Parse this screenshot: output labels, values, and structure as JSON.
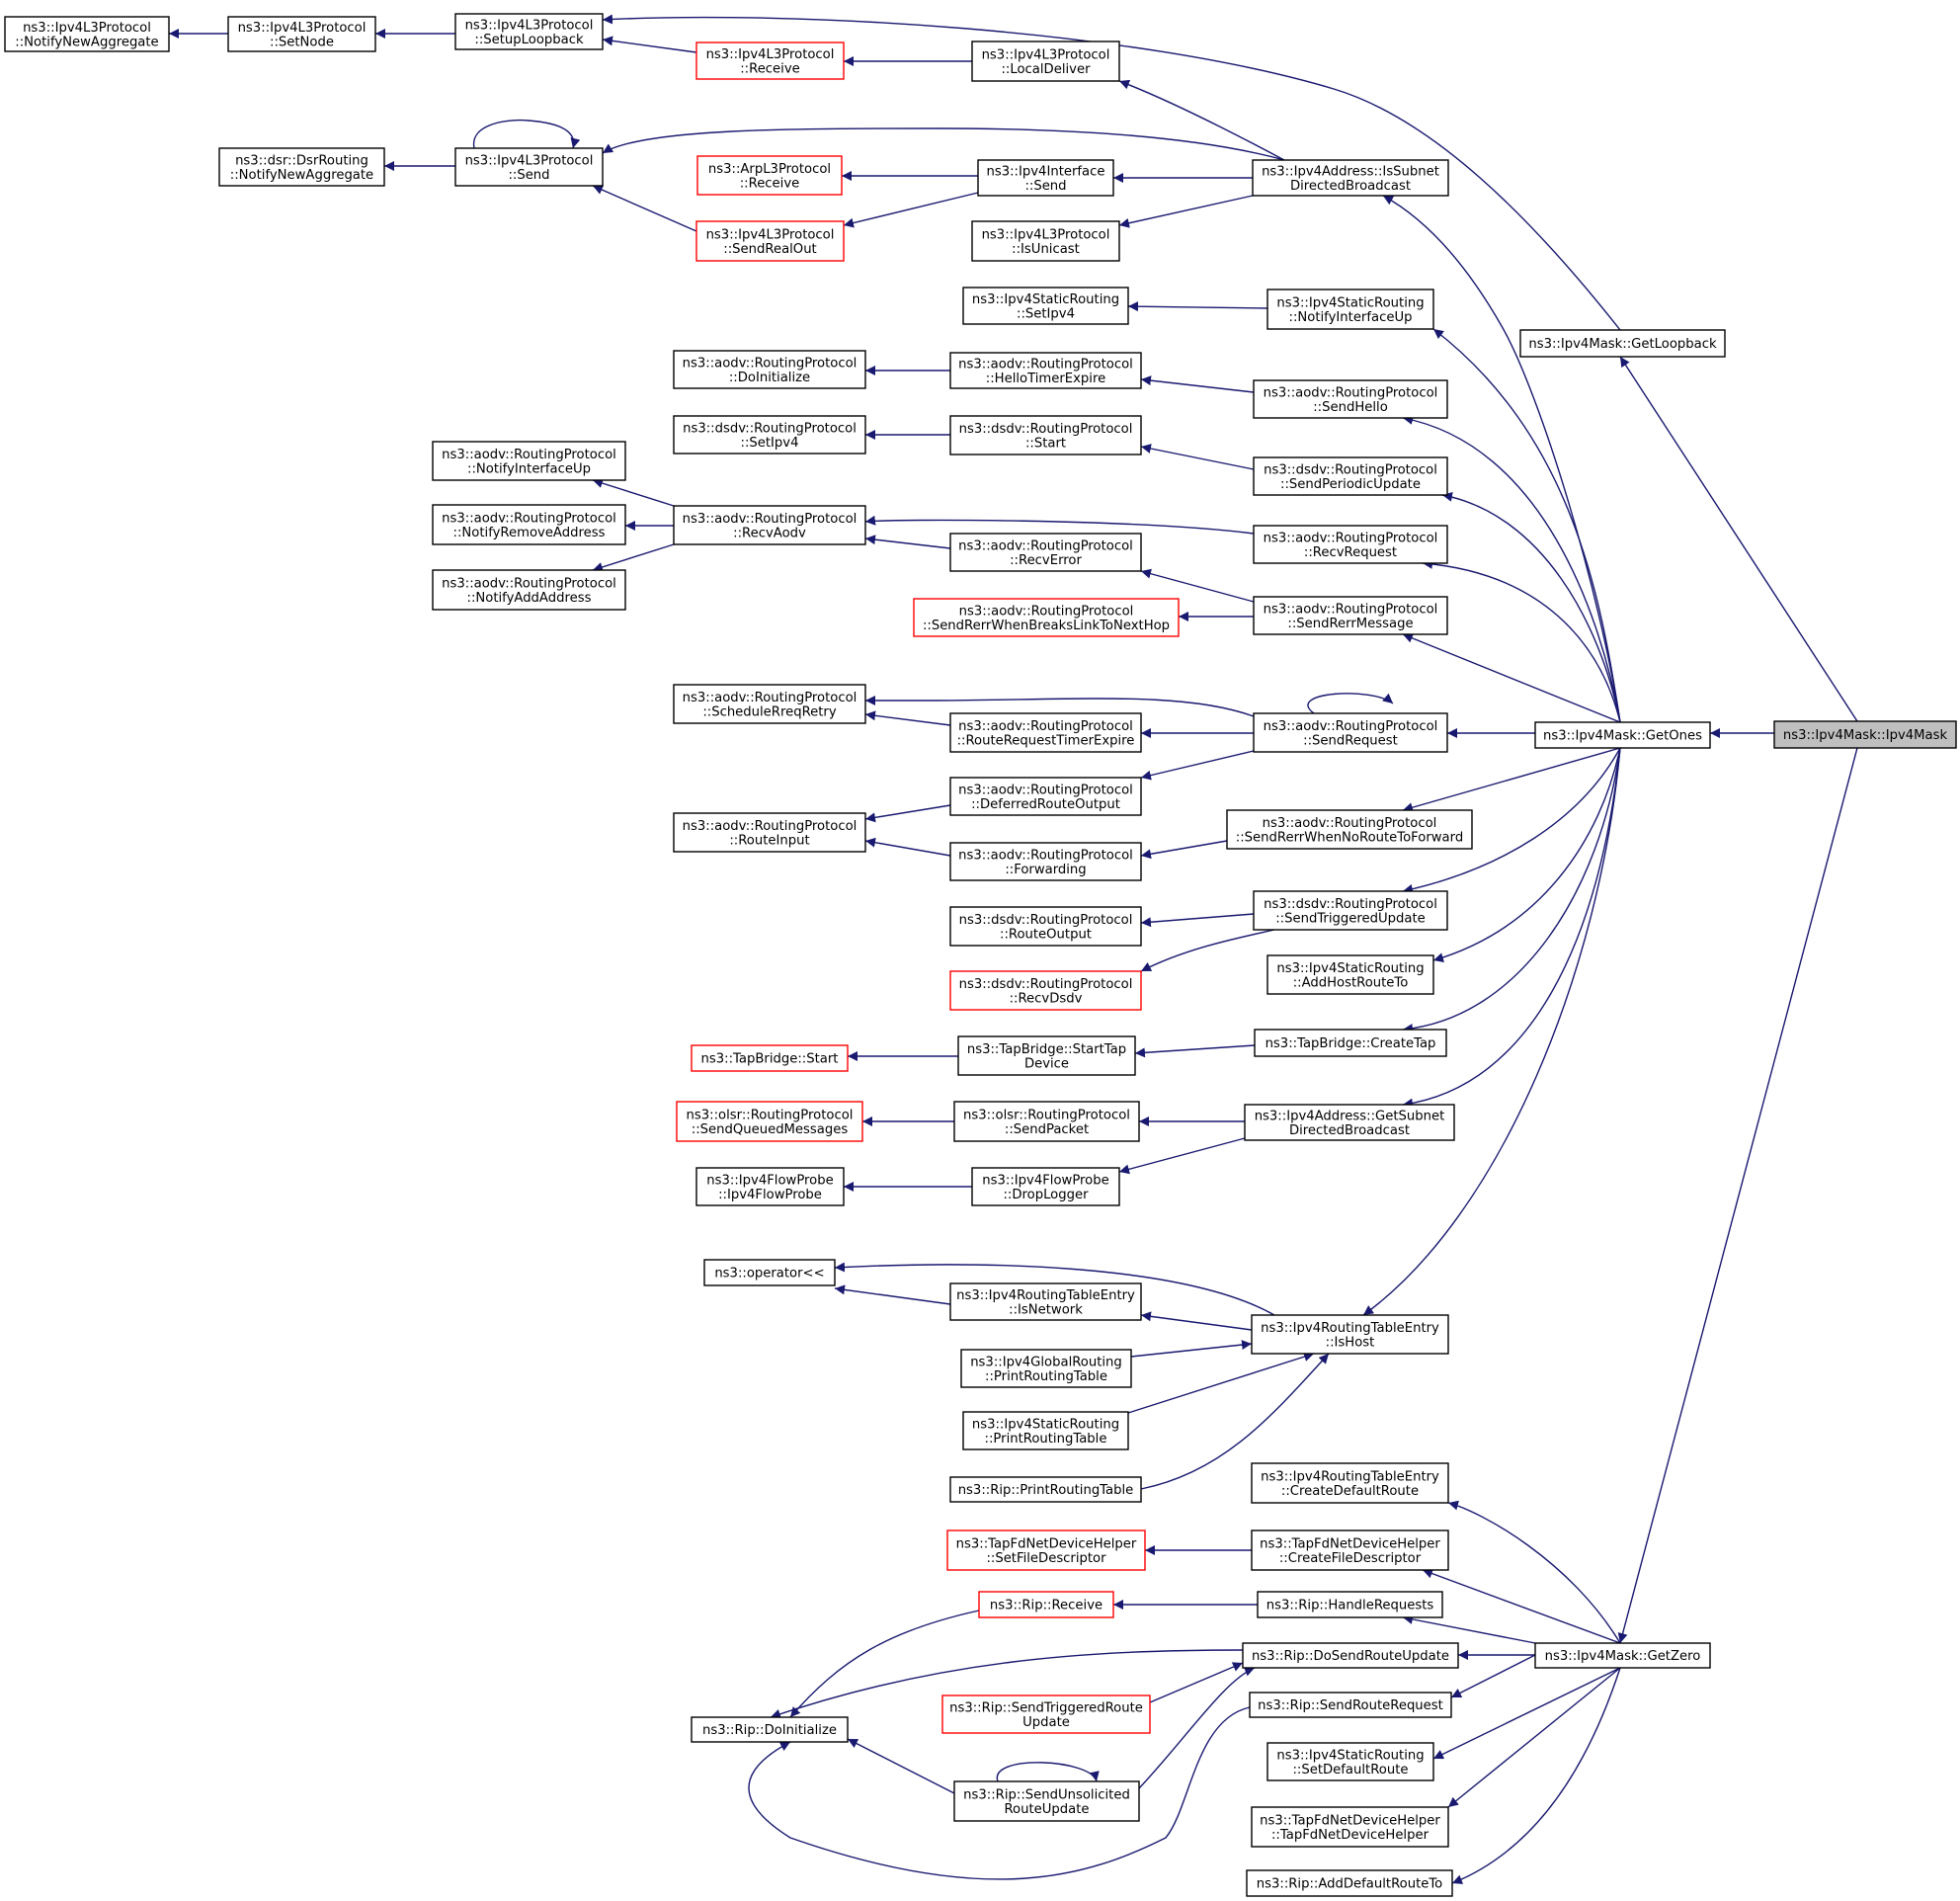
{
  "colors": {
    "edge": "#191970",
    "node_border": "#000000",
    "node_border_partial": "#ff0000",
    "focus_fill": "#bfbfbf"
  },
  "nodes": [
    {
      "id": "n_l3_notifyagg",
      "label": [
        "ns3::Ipv4L3Protocol",
        "::NotifyNewAggregate"
      ],
      "style": "normal"
    },
    {
      "id": "n_l3_setnode",
      "label": [
        "ns3::Ipv4L3Protocol",
        "::SetNode"
      ],
      "style": "normal"
    },
    {
      "id": "n_l3_setuploopback",
      "label": [
        "ns3::Ipv4L3Protocol",
        "::SetupLoopback"
      ],
      "style": "normal"
    },
    {
      "id": "n_l3_receive",
      "label": [
        "ns3::Ipv4L3Protocol",
        "::Receive"
      ],
      "style": "red"
    },
    {
      "id": "n_l3_localdeliver",
      "label": [
        "ns3::Ipv4L3Protocol",
        "::LocalDeliver"
      ],
      "style": "normal"
    },
    {
      "id": "n_dsr_notifyagg",
      "label": [
        "ns3::dsr::DsrRouting",
        "::NotifyNewAggregate"
      ],
      "style": "normal"
    },
    {
      "id": "n_l3_send",
      "label": [
        "ns3::Ipv4L3Protocol",
        "::Send"
      ],
      "style": "normal"
    },
    {
      "id": "n_arp_receive",
      "label": [
        "ns3::ArpL3Protocol",
        "::Receive"
      ],
      "style": "red"
    },
    {
      "id": "n_if_send",
      "label": [
        "ns3::Ipv4Interface",
        "::Send"
      ],
      "style": "normal"
    },
    {
      "id": "n_l3_sendrealout",
      "label": [
        "ns3::Ipv4L3Protocol",
        "::SendRealOut"
      ],
      "style": "red"
    },
    {
      "id": "n_l3_isunicast",
      "label": [
        "ns3::Ipv4L3Protocol",
        "::IsUnicast"
      ],
      "style": "normal"
    },
    {
      "id": "n_issubnetdb",
      "label": [
        "ns3::Ipv4Address::IsSubnet",
        "DirectedBroadcast"
      ],
      "style": "normal"
    },
    {
      "id": "n_static_setipv4",
      "label": [
        "ns3::Ipv4StaticRouting",
        "::SetIpv4"
      ],
      "style": "normal"
    },
    {
      "id": "n_static_notifyifup",
      "label": [
        "ns3::Ipv4StaticRouting",
        "::NotifyInterfaceUp"
      ],
      "style": "normal"
    },
    {
      "id": "n_getloopback",
      "label": [
        "ns3::Ipv4Mask::GetLoopback"
      ],
      "style": "normal"
    },
    {
      "id": "n_aodv_doinit",
      "label": [
        "ns3::aodv::RoutingProtocol",
        "::DoInitialize"
      ],
      "style": "normal"
    },
    {
      "id": "n_aodv_hellotimer",
      "label": [
        "ns3::aodv::RoutingProtocol",
        "::HelloTimerExpire"
      ],
      "style": "normal"
    },
    {
      "id": "n_aodv_sendhello",
      "label": [
        "ns3::aodv::RoutingProtocol",
        "::SendHello"
      ],
      "style": "normal"
    },
    {
      "id": "n_dsdv_setipv4",
      "label": [
        "ns3::dsdv::RoutingProtocol",
        "::SetIpv4"
      ],
      "style": "normal"
    },
    {
      "id": "n_dsdv_start",
      "label": [
        "ns3::dsdv::RoutingProtocol",
        "::Start"
      ],
      "style": "normal"
    },
    {
      "id": "n_dsdv_sendperiodic",
      "label": [
        "ns3::dsdv::RoutingProtocol",
        "::SendPeriodicUpdate"
      ],
      "style": "normal"
    },
    {
      "id": "n_aodv_notifyifup",
      "label": [
        "ns3::aodv::RoutingProtocol",
        "::NotifyInterfaceUp"
      ],
      "style": "normal"
    },
    {
      "id": "n_aodv_notifyremove",
      "label": [
        "ns3::aodv::RoutingProtocol",
        "::NotifyRemoveAddress"
      ],
      "style": "normal"
    },
    {
      "id": "n_aodv_notifyadd",
      "label": [
        "ns3::aodv::RoutingProtocol",
        "::NotifyAddAddress"
      ],
      "style": "normal"
    },
    {
      "id": "n_aodv_recvaodv",
      "label": [
        "ns3::aodv::RoutingProtocol",
        "::RecvAodv"
      ],
      "style": "normal"
    },
    {
      "id": "n_aodv_recverror",
      "label": [
        "ns3::aodv::RoutingProtocol",
        "::RecvError"
      ],
      "style": "normal"
    },
    {
      "id": "n_aodv_recvrequest",
      "label": [
        "ns3::aodv::RoutingProtocol",
        "::RecvRequest"
      ],
      "style": "normal"
    },
    {
      "id": "n_aodv_senderrbreaks",
      "label": [
        "ns3::aodv::RoutingProtocol",
        "::SendRerrWhenBreaksLinkToNextHop"
      ],
      "style": "red"
    },
    {
      "id": "n_aodv_sendrerrmsg",
      "label": [
        "ns3::aodv::RoutingProtocol",
        "::SendRerrMessage"
      ],
      "style": "normal"
    },
    {
      "id": "n_aodv_schedrreq",
      "label": [
        "ns3::aodv::RoutingProtocol",
        "::ScheduleRreqRetry"
      ],
      "style": "normal"
    },
    {
      "id": "n_aodv_rreqtimer",
      "label": [
        "ns3::aodv::RoutingProtocol",
        "::RouteRequestTimerExpire"
      ],
      "style": "normal"
    },
    {
      "id": "n_aodv_sendrequest",
      "label": [
        "ns3::aodv::RoutingProtocol",
        "::SendRequest"
      ],
      "style": "normal"
    },
    {
      "id": "n_getones",
      "label": [
        "ns3::Ipv4Mask::GetOnes"
      ],
      "style": "normal"
    },
    {
      "id": "n_ipv4mask",
      "label": [
        "ns3::Ipv4Mask::Ipv4Mask"
      ],
      "style": "focus"
    },
    {
      "id": "n_aodv_deferred",
      "label": [
        "ns3::aodv::RoutingProtocol",
        "::DeferredRouteOutput"
      ],
      "style": "normal"
    },
    {
      "id": "n_aodv_routeinput",
      "label": [
        "ns3::aodv::RoutingProtocol",
        "::RouteInput"
      ],
      "style": "normal"
    },
    {
      "id": "n_aodv_forwarding",
      "label": [
        "ns3::aodv::RoutingProtocol",
        "::Forwarding"
      ],
      "style": "normal"
    },
    {
      "id": "n_aodv_senderrnoroute",
      "label": [
        "ns3::aodv::RoutingProtocol",
        "::SendRerrWhenNoRouteToForward"
      ],
      "style": "normal"
    },
    {
      "id": "n_dsdv_routeoutput",
      "label": [
        "ns3::dsdv::RoutingProtocol",
        "::RouteOutput"
      ],
      "style": "normal"
    },
    {
      "id": "n_dsdv_sendtriggered",
      "label": [
        "ns3::dsdv::RoutingProtocol",
        "::SendTriggeredUpdate"
      ],
      "style": "normal"
    },
    {
      "id": "n_dsdv_recvdsdv",
      "label": [
        "ns3::dsdv::RoutingProtocol",
        "::RecvDsdv"
      ],
      "style": "red"
    },
    {
      "id": "n_static_addhost",
      "label": [
        "ns3::Ipv4StaticRouting",
        "::AddHostRouteTo"
      ],
      "style": "normal"
    },
    {
      "id": "n_tap_start",
      "label": [
        "ns3::TapBridge::Start"
      ],
      "style": "red"
    },
    {
      "id": "n_tap_starttapdevice",
      "label": [
        "ns3::TapBridge::StartTap",
        "Device"
      ],
      "style": "normal"
    },
    {
      "id": "n_tap_createtap",
      "label": [
        "ns3::TapBridge::CreateTap"
      ],
      "style": "normal"
    },
    {
      "id": "n_olsr_sendqueued",
      "label": [
        "ns3::olsr::RoutingProtocol",
        "::SendQueuedMessages"
      ],
      "style": "red"
    },
    {
      "id": "n_olsr_sendpacket",
      "label": [
        "ns3::olsr::RoutingProtocol",
        "::SendPacket"
      ],
      "style": "normal"
    },
    {
      "id": "n_getsubnetdb",
      "label": [
        "ns3::Ipv4Address::GetSubnet",
        "DirectedBroadcast"
      ],
      "style": "normal"
    },
    {
      "id": "n_flow_probe",
      "label": [
        "ns3::Ipv4FlowProbe",
        "::Ipv4FlowProbe"
      ],
      "style": "normal"
    },
    {
      "id": "n_flow_droplogger",
      "label": [
        "ns3::Ipv4FlowProbe",
        "::DropLogger"
      ],
      "style": "normal"
    },
    {
      "id": "n_operator",
      "label": [
        "ns3::operator<<"
      ],
      "style": "normal"
    },
    {
      "id": "n_rte_isnetwork",
      "label": [
        "ns3::Ipv4RoutingTableEntry",
        "::IsNetwork"
      ],
      "style": "normal"
    },
    {
      "id": "n_rte_ishost",
      "label": [
        "ns3::Ipv4RoutingTableEntry",
        "::IsHost"
      ],
      "style": "normal"
    },
    {
      "id": "n_global_print",
      "label": [
        "ns3::Ipv4GlobalRouting",
        "::PrintRoutingTable"
      ],
      "style": "normal"
    },
    {
      "id": "n_static_print",
      "label": [
        "ns3::Ipv4StaticRouting",
        "::PrintRoutingTable"
      ],
      "style": "normal"
    },
    {
      "id": "n_rip_print",
      "label": [
        "ns3::Rip::PrintRoutingTable"
      ],
      "style": "normal"
    },
    {
      "id": "n_rte_createdefault",
      "label": [
        "ns3::Ipv4RoutingTableEntry",
        "::CreateDefaultRoute"
      ],
      "style": "normal"
    },
    {
      "id": "n_tapfd_setfd",
      "label": [
        "ns3::TapFdNetDeviceHelper",
        "::SetFileDescriptor"
      ],
      "style": "red"
    },
    {
      "id": "n_tapfd_createfd",
      "label": [
        "ns3::TapFdNetDeviceHelper",
        "::CreateFileDescriptor"
      ],
      "style": "normal"
    },
    {
      "id": "n_rip_receive",
      "label": [
        "ns3::Rip::Receive"
      ],
      "style": "red"
    },
    {
      "id": "n_rip_handlereq",
      "label": [
        "ns3::Rip::HandleRequests"
      ],
      "style": "normal"
    },
    {
      "id": "n_rip_dosendroute",
      "label": [
        "ns3::Rip::DoSendRouteUpdate"
      ],
      "style": "normal"
    },
    {
      "id": "n_getzero",
      "label": [
        "ns3::Ipv4Mask::GetZero"
      ],
      "style": "normal"
    },
    {
      "id": "n_rip_sendtriggered",
      "label": [
        "ns3::Rip::SendTriggeredRoute",
        "Update"
      ],
      "style": "red"
    },
    {
      "id": "n_rip_sendrouterequest",
      "label": [
        "ns3::Rip::SendRouteRequest"
      ],
      "style": "normal"
    },
    {
      "id": "n_rip_doinit",
      "label": [
        "ns3::Rip::DoInitialize"
      ],
      "style": "normal"
    },
    {
      "id": "n_static_setdefault",
      "label": [
        "ns3::Ipv4StaticRouting",
        "::SetDefaultRoute"
      ],
      "style": "normal"
    },
    {
      "id": "n_rip_sendunsolicited",
      "label": [
        "ns3::Rip::SendUnsolicited",
        "RouteUpdate"
      ],
      "style": "normal"
    },
    {
      "id": "n_tapfd_ctor",
      "label": [
        "ns3::TapFdNetDeviceHelper",
        "::TapFdNetDeviceHelper"
      ],
      "style": "normal"
    },
    {
      "id": "n_rip_adddefault",
      "label": [
        "ns3::Rip::AddDefaultRouteTo"
      ],
      "style": "normal"
    }
  ]
}
